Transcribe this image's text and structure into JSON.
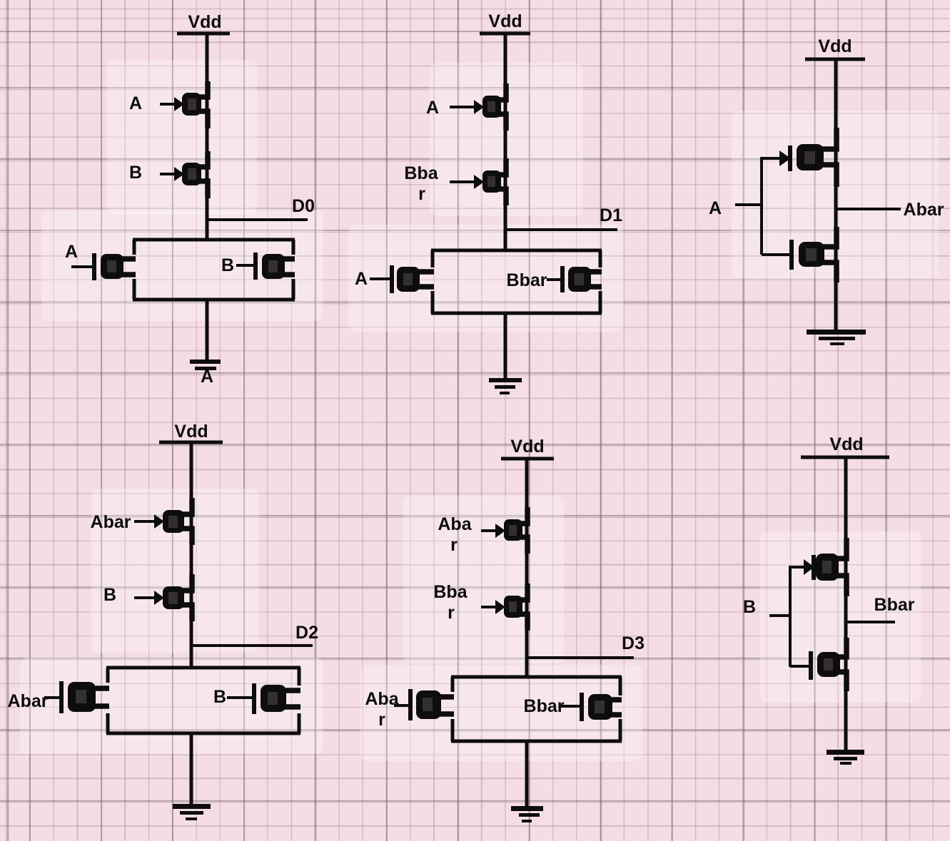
{
  "diagram": {
    "d0": {
      "vdd": "Vdd",
      "pmos1_gate": "A",
      "pmos2_gate": "B",
      "output": "D0",
      "nmos1_gate": "A",
      "nmos2_gate": "B",
      "ground_label": "A"
    },
    "d1": {
      "vdd": "Vdd",
      "pmos1_gate": "A",
      "pmos2_gate_line1": "Bba",
      "pmos2_gate_line2": "r",
      "output": "D1",
      "nmos1_gate": "A",
      "nmos2_gate": "Bbar"
    },
    "inverter_a": {
      "vdd": "Vdd",
      "input": "A",
      "output": "Abar"
    },
    "d2": {
      "vdd": "Vdd",
      "pmos1_gate": "Abar",
      "pmos2_gate": "B",
      "output": "D2",
      "nmos1_gate": "Abar",
      "nmos2_gate": "B"
    },
    "d3": {
      "vdd": "Vdd",
      "pmos1_gate_line1": "Aba",
      "pmos1_gate_line2": "r",
      "pmos2_gate_line1": "Bba",
      "pmos2_gate_line2": "r",
      "output": "D3",
      "nmos1_gate_line1": "Aba",
      "nmos1_gate_line2": "r",
      "nmos2_gate": "Bbar"
    },
    "inverter_b": {
      "vdd": "Vdd",
      "input": "B",
      "output": "Bbar"
    }
  },
  "colors": {
    "background": "#f4dde4",
    "ink": "#0d0c0e",
    "grid_minor": "#b294a2",
    "grid_major": "#706474"
  }
}
